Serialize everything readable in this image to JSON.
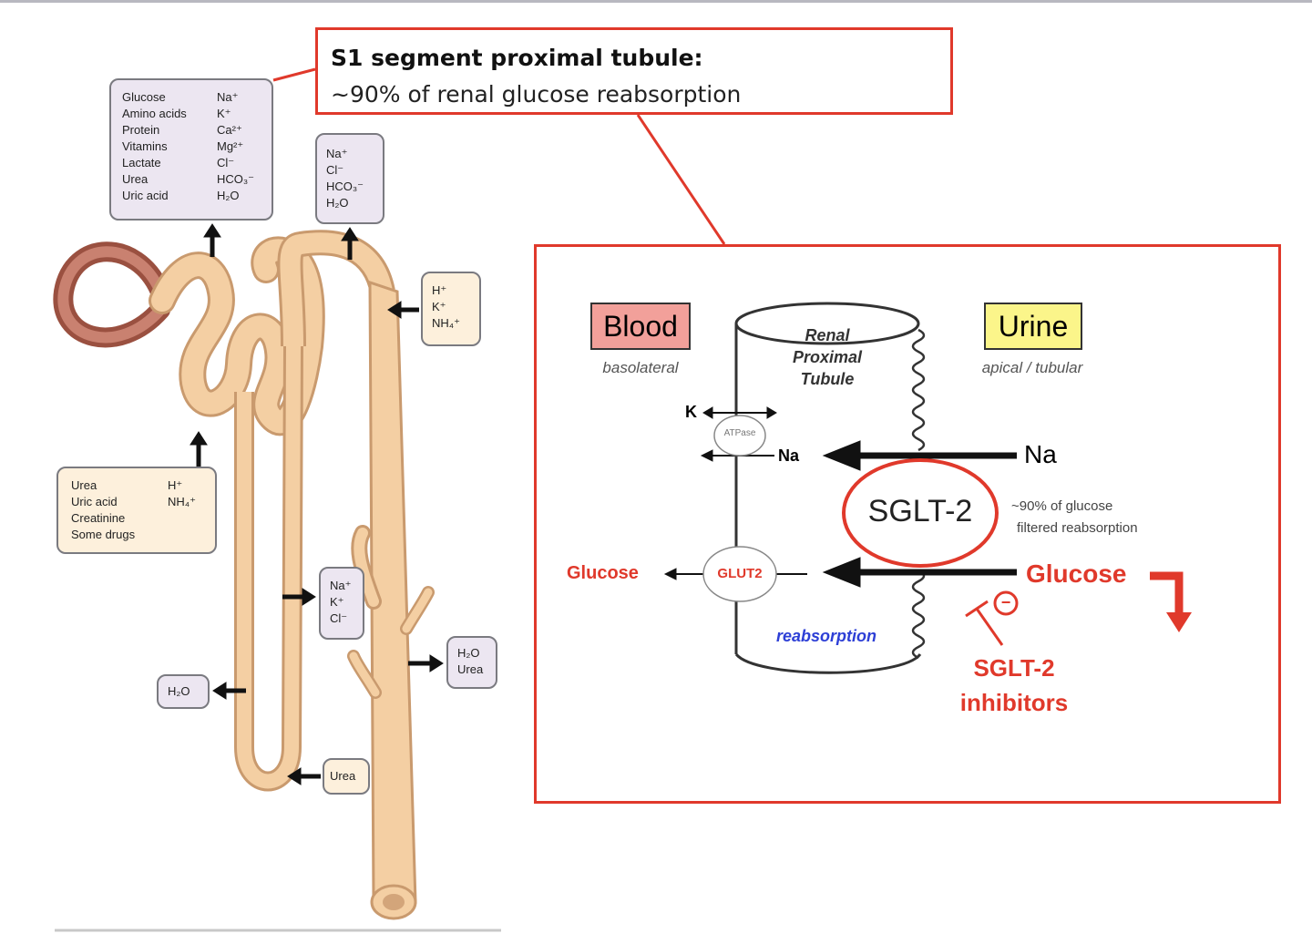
{
  "callout": {
    "title": "S1 segment proximal tubule:",
    "subtitle": "~90% of renal glucose reabsorption"
  },
  "nephron": {
    "box_top_left_col1": [
      "Glucose",
      "Amino acids",
      "Protein",
      "Vitamins",
      "Lactate",
      "Urea",
      "Uric acid"
    ],
    "box_top_left_col2": [
      "Na⁺",
      "K⁺",
      "Ca²⁺",
      "Mg²⁺",
      "Cl⁻",
      "HCO₃⁻",
      "H₂O"
    ],
    "box_top_right": [
      "Na⁺",
      "Cl⁻",
      "HCO₃⁻",
      "H₂O"
    ],
    "box_secretion_right": [
      "H⁺",
      "K⁺",
      "NH₄⁺"
    ],
    "box_secretion_left_col1": [
      "Urea",
      "Uric acid",
      "Creatinine",
      "Some drugs"
    ],
    "box_secretion_left_col2": [
      "H⁺",
      "NH₄⁺"
    ],
    "box_loop_mid": [
      "Na⁺",
      "K⁺",
      "Cl⁻"
    ],
    "box_loop_h2o": "H₂O",
    "box_collecting": [
      "H₂O",
      "Urea"
    ],
    "box_urea": "Urea",
    "colors": {
      "tubule": "#f2c79a",
      "glomerulus": "#b86a52",
      "reabsorb_box": "#ece6f1",
      "secrete_box": "#fdf0dc"
    }
  },
  "detail": {
    "blood": "Blood",
    "blood_sub": "basolateral",
    "urine": "Urine",
    "urine_sub": "apical / tubular",
    "tubule_label": [
      "Renal",
      "Proximal",
      "Tubule"
    ],
    "k_label": "K",
    "atpase": "ATPase",
    "na_inner": "Na",
    "na_outer": "Na",
    "sglt2": "SGLT-2",
    "sglt2_note": [
      "~90% of glucose",
      "filtered reabsorption"
    ],
    "glucose_left": "Glucose",
    "glut2": "GLUT2",
    "glucose_right": "Glucose",
    "reabsorption": "reabsorption",
    "inhibitor_minus": "−",
    "inhibitors": [
      "SGLT-2",
      "inhibitors"
    ],
    "colors": {
      "frame": "#e0392b",
      "blood_bg": "#f2a09a",
      "urine_bg": "#fbf58a",
      "red_text": "#e0392b",
      "blue_text": "#2d3fd6"
    }
  }
}
